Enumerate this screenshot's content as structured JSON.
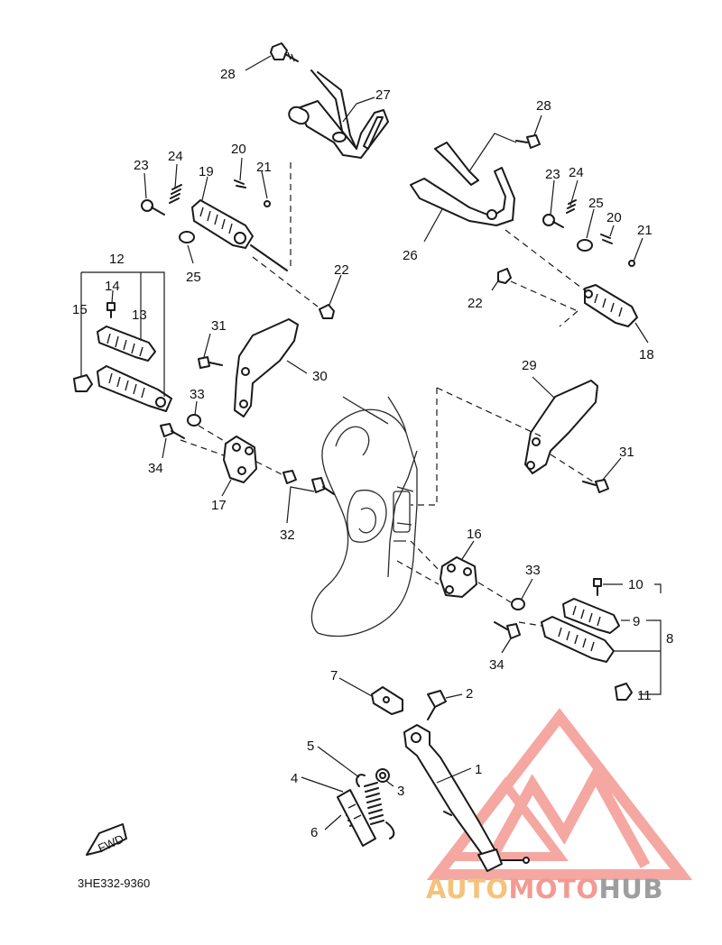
{
  "diagram": {
    "code": "3HE332-9360",
    "fwd_label": "FWD",
    "callouts": [
      "1",
      "2",
      "3",
      "4",
      "5",
      "6",
      "7",
      "8",
      "9",
      "10",
      "11",
      "12",
      "13",
      "14",
      "15",
      "16",
      "17",
      "18",
      "19",
      "20",
      "21",
      "22",
      "23",
      "24",
      "25",
      "26",
      "27",
      "28",
      "29",
      "30",
      "31",
      "32",
      "33",
      "34"
    ]
  },
  "watermark": {
    "part1": "AUTO",
    "part2": "MOTO",
    "part3": "HUB",
    "color_auto": "#f6c27a",
    "color_moto": "#f39a93",
    "color_hub": "#9e9e9e",
    "logo_color": "#f38f88"
  }
}
